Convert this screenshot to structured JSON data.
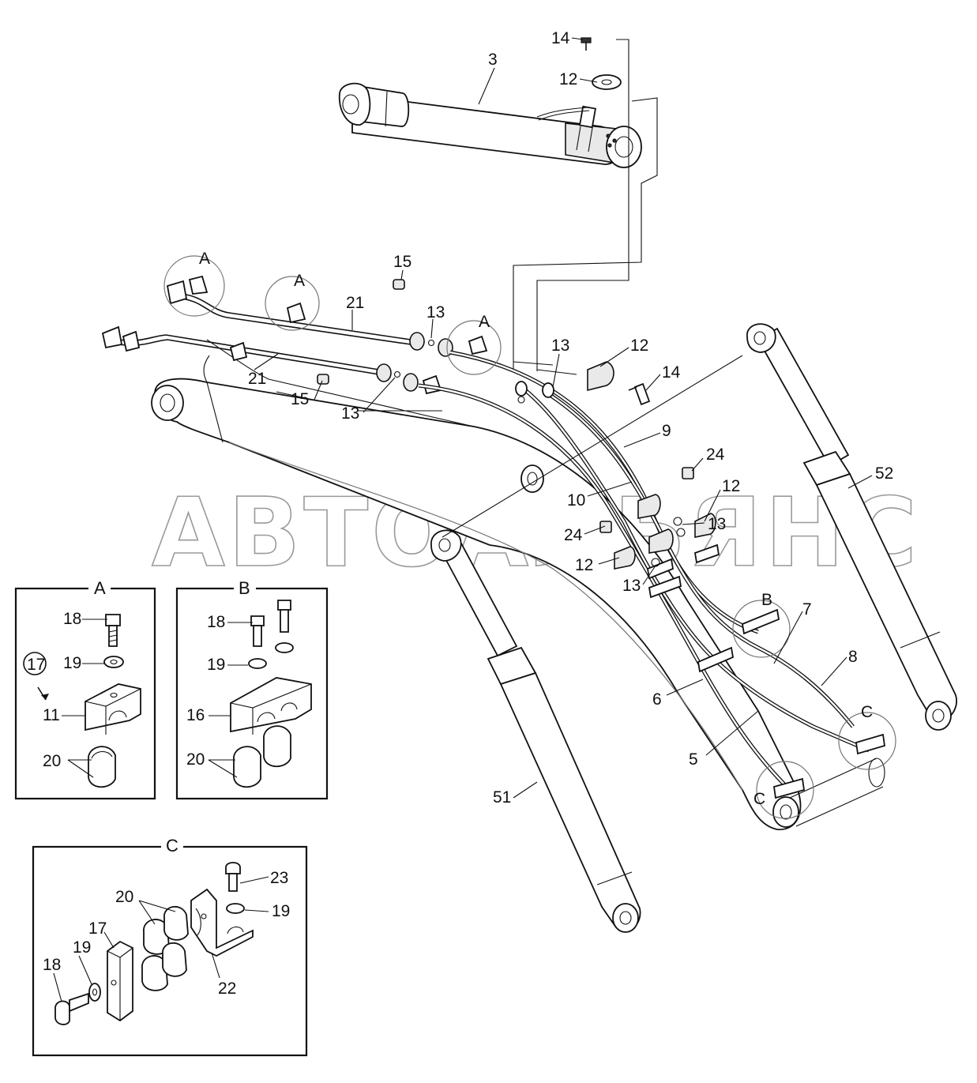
{
  "watermark": "АВТОАЛЬЯНС",
  "insets": {
    "A": {
      "title": "A",
      "callouts": [
        "18",
        "19",
        "17",
        "11",
        "20"
      ]
    },
    "B": {
      "title": "B",
      "callouts": [
        "18",
        "19",
        "16",
        "20"
      ]
    },
    "C": {
      "title": "C",
      "callouts": [
        "20",
        "23",
        "17",
        "19",
        "19",
        "18",
        "22"
      ]
    }
  },
  "detail_refs": [
    "A",
    "A",
    "A",
    "B",
    "C",
    "C"
  ],
  "callouts": [
    "14",
    "3",
    "12",
    "15",
    "21",
    "13",
    "21",
    "15",
    "13",
    "13",
    "12",
    "14",
    "9",
    "24",
    "52",
    "12",
    "10",
    "13",
    "24",
    "12",
    "13",
    "7",
    "8",
    "6",
    "5",
    "51"
  ]
}
